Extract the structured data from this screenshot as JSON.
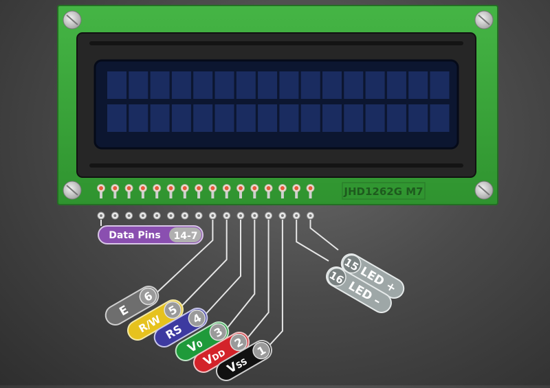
{
  "board": {
    "model": "JHD1262G M7",
    "colors": {
      "pcb": "#3aa83a",
      "pcb_edge": "#2d8a2d",
      "bezel": "#232323",
      "screen": "#0f1c3a",
      "pixel": "#1f3470",
      "pad": "#e65a3a"
    },
    "display": {
      "rows": 2,
      "columns": 16
    },
    "pad_count": 16
  },
  "data_pins": {
    "label": "Data Pins",
    "range": "14-7",
    "color": "#8a4fb0"
  },
  "pins": [
    {
      "id": "e",
      "name": "E",
      "num": "6",
      "color": "#6e6e6e"
    },
    {
      "id": "rw",
      "name": "R/W",
      "num": "5",
      "color": "#e6c21e"
    },
    {
      "id": "rs",
      "name": "RS",
      "num": "4",
      "color": "#3d3aa0"
    },
    {
      "id": "vo",
      "name": "V",
      "sub": "0",
      "num": "3",
      "color": "#1f9a3a"
    },
    {
      "id": "vdd",
      "name": "V",
      "sub": "DD",
      "num": "2",
      "color": "#d3232a"
    },
    {
      "id": "vss",
      "name": "V",
      "sub": "SS",
      "num": "1",
      "color": "#111111"
    },
    {
      "id": "led-plus",
      "name": "LED +",
      "num": "15",
      "color": "#9ea7a7"
    },
    {
      "id": "led-minus",
      "name": "LED –",
      "num": "16",
      "color": "#9ea7a7"
    }
  ]
}
